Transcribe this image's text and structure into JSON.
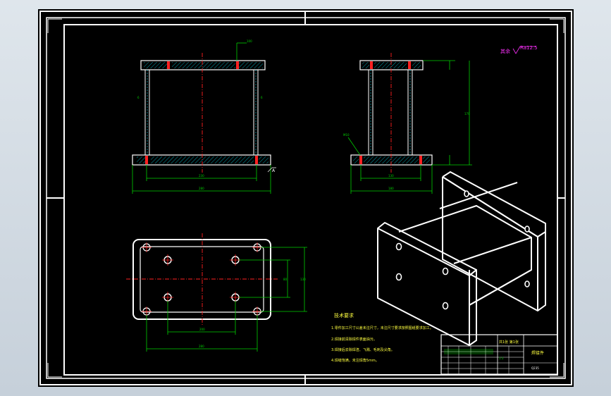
{
  "drawing": {
    "surface_note": "Ra12.5",
    "dimensions": {
      "front_overall_width": "280",
      "front_hole_spacing": "230",
      "side_overall_width": "180",
      "side_hole_spacing": "130",
      "side_height": "170",
      "front_top_callout": "100",
      "wall_thickness": "6",
      "top_view_hole_x": "200",
      "top_view_plate_width": "280",
      "top_view_hole_y": "80",
      "top_view_plate_height": "130"
    },
    "tech_requirements": {
      "title": "技术要求",
      "items": [
        "1.零件加工尺寸公差未注尺寸，未注尺寸要求按照图纸要求加工。",
        "2.焊接前清除焊件表面油污。",
        "3.焊接后去除焊渣、飞溅、毛刺及尖角。",
        "4.焊缝饱满，未注焊角5mm。"
      ]
    },
    "title_block": {
      "part_name": "焊接件",
      "material": "Q235",
      "scale": "1:1",
      "sheet": "共1张 第1张"
    }
  },
  "colors": {
    "background": "#000000",
    "outline": "#ffffff",
    "dimension": "#00d000",
    "centerline": "#ff2020",
    "hatch": "#00c8d8",
    "note": "#ff30ff"
  }
}
